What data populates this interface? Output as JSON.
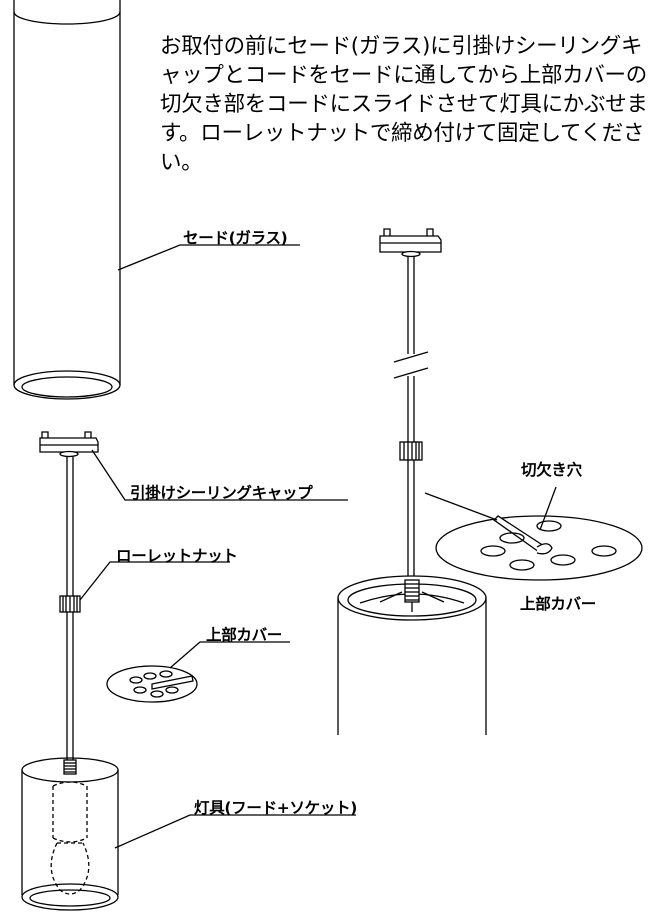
{
  "instruction": "お取付の前にセード(ガラス)に引掛けシーリングキャップとコードをセードに通してから上部カバーの切欠き部をコードにスライドさせて灯具にかぶせます。ローレットナットで締め付けて固定してください。",
  "labels": {
    "shade": "セード(ガラス)",
    "ceiling_cap": "引掛けシーリングキャップ",
    "knurled_nut": "ローレットナット",
    "top_cover_left": "上部カバー",
    "fixture": "灯具(フード+ソケット)",
    "notch_hole": "切欠き穴",
    "top_cover_right": "上部カバー"
  }
}
